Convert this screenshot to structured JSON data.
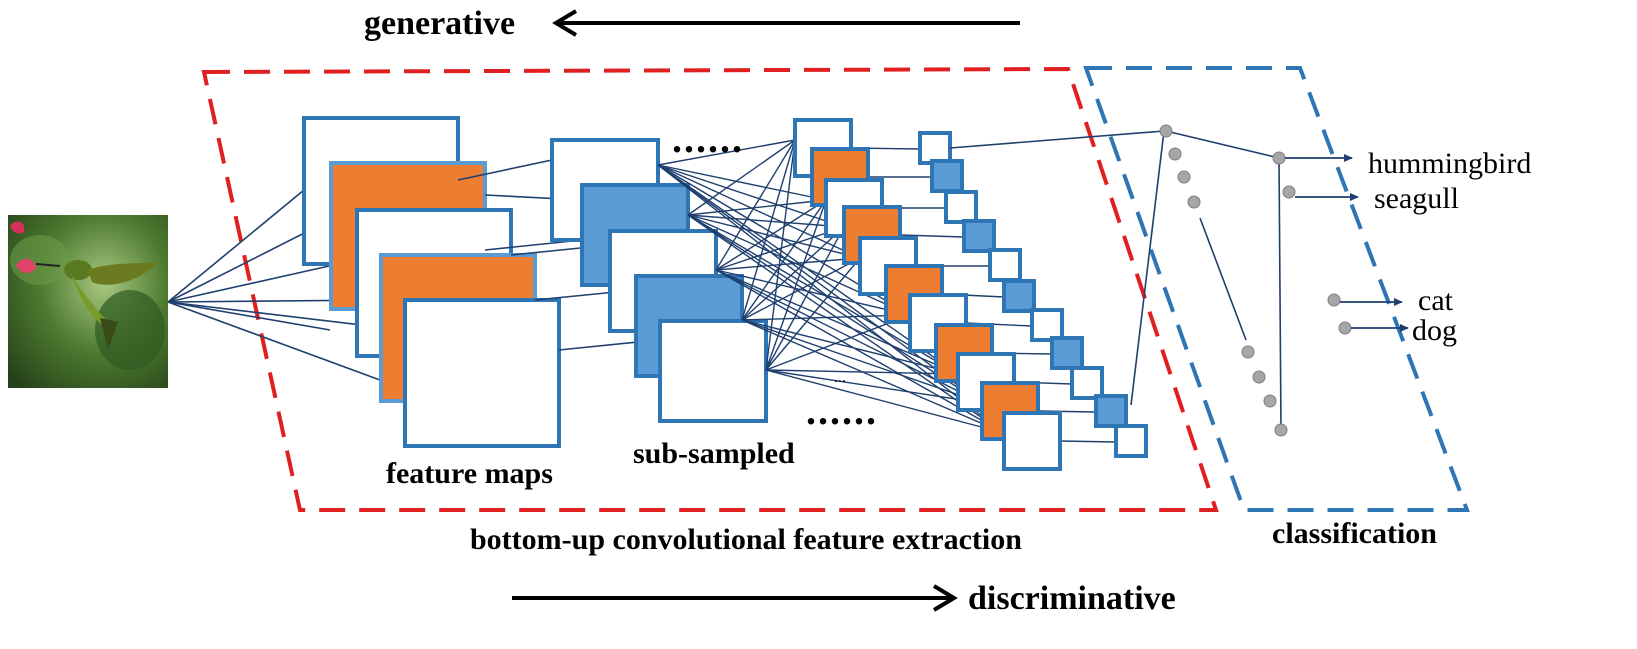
{
  "labels": {
    "generative": "generative",
    "discriminative": "discriminative",
    "feature_maps": "feature maps",
    "sub_sampled": "sub-sampled",
    "extraction": "bottom-up convolutional feature extraction",
    "classification": "classification",
    "ellipsis_top": "......",
    "ellipsis_bottom": "......",
    "ellipsis_small": "..."
  },
  "classes": [
    "hummingbird",
    "seagull",
    "cat",
    "dog"
  ],
  "input_image": {
    "icon": "hummingbird-photo-icon"
  },
  "colors": {
    "red_region": "#e02020",
    "blue_region": "#2e75b6",
    "map_stroke": "#2e75b6",
    "orange_fill": "#ed7d31",
    "blue_fill": "#5b9bd5",
    "line": "#1f3f6e",
    "neuron": "#a6a6a6"
  }
}
